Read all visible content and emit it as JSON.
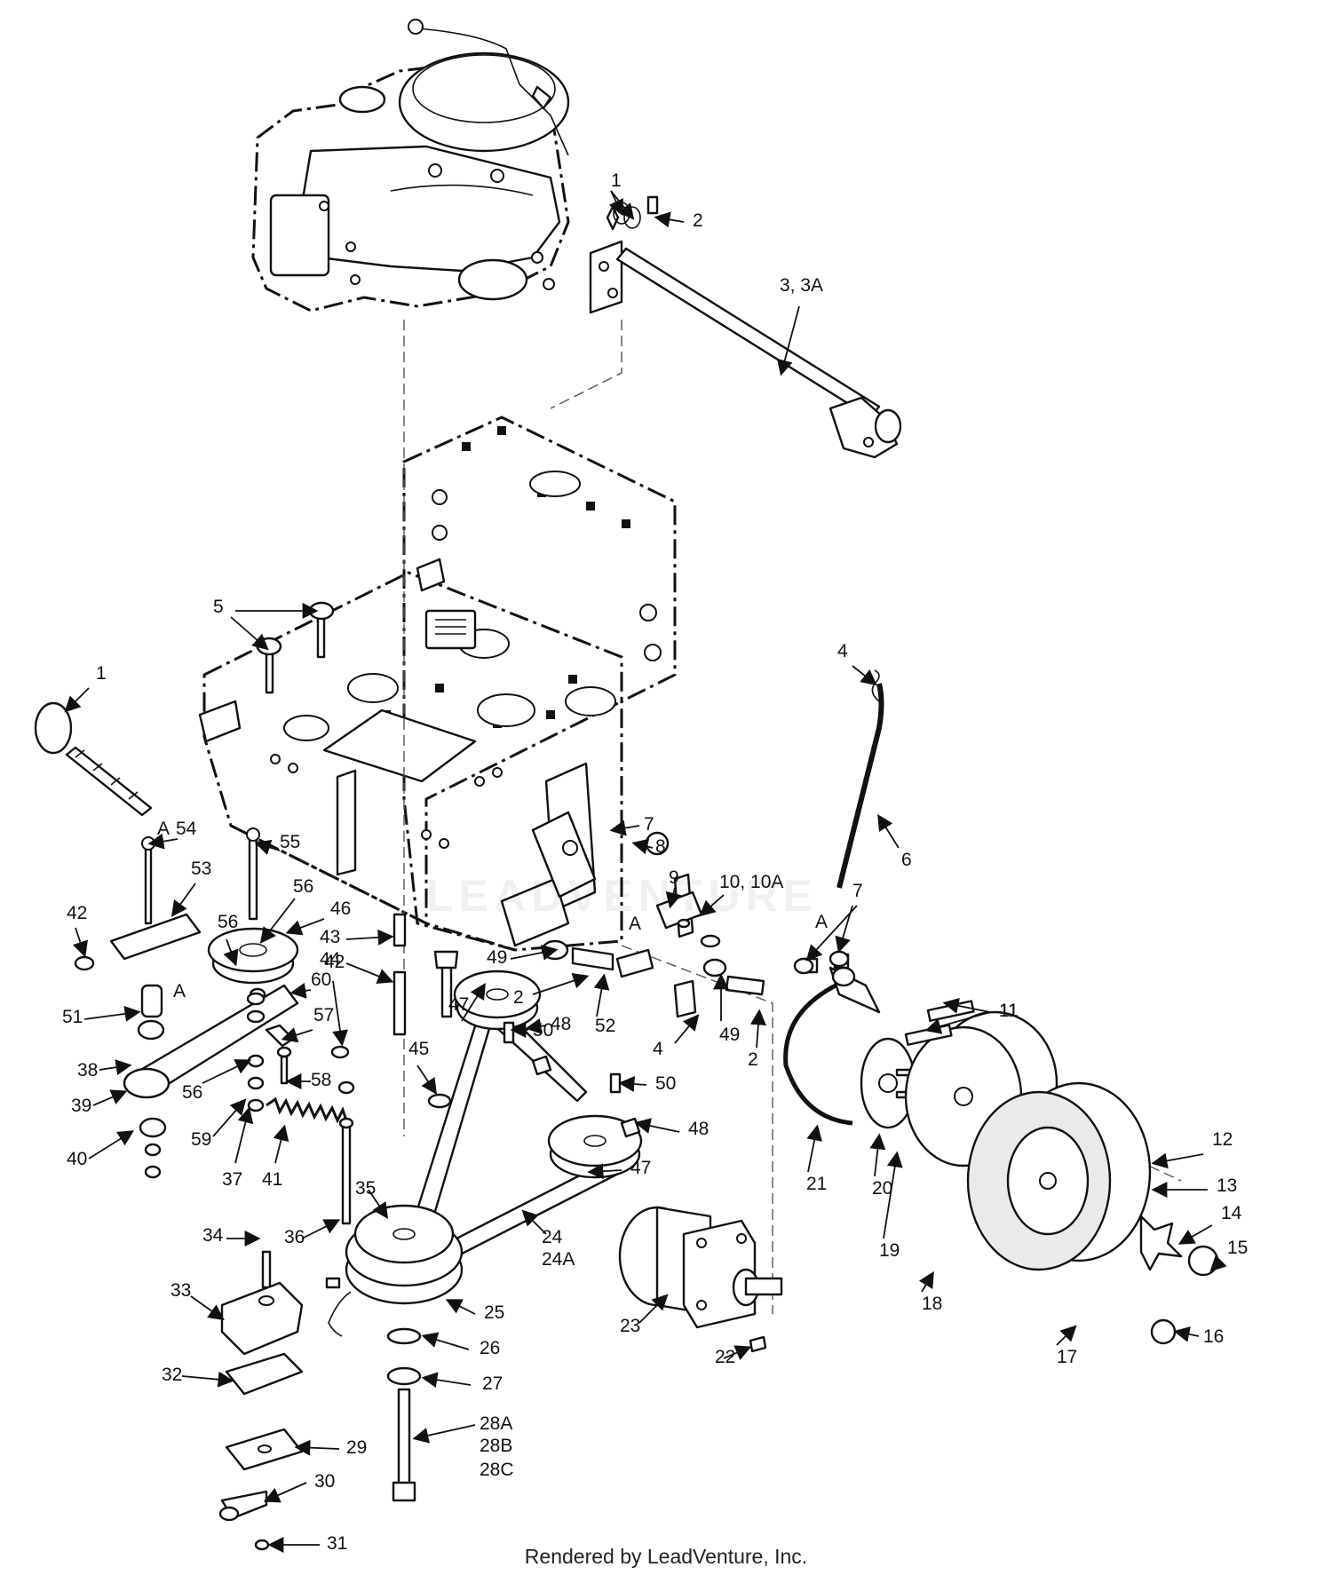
{
  "footer": "Rendered by LeadVenture, Inc.",
  "watermark": "LEADVENTURE",
  "callouts": [
    {
      "id": "c1a",
      "text": "1"
    },
    {
      "id": "c1b",
      "text": "1"
    },
    {
      "id": "c2a",
      "text": "2"
    },
    {
      "id": "c2b",
      "text": "2"
    },
    {
      "id": "c2c",
      "text": "2"
    },
    {
      "id": "c3",
      "text": "3, 3A"
    },
    {
      "id": "c4a",
      "text": "4"
    },
    {
      "id": "c4b",
      "text": "4"
    },
    {
      "id": "c5",
      "text": "5"
    },
    {
      "id": "c6",
      "text": "6"
    },
    {
      "id": "c7a",
      "text": "7"
    },
    {
      "id": "c7b",
      "text": "7"
    },
    {
      "id": "c8",
      "text": "8"
    },
    {
      "id": "c9",
      "text": "9"
    },
    {
      "id": "c10",
      "text": "10, 10A"
    },
    {
      "id": "c11a",
      "text": "11"
    },
    {
      "id": "c11b",
      "text": "11"
    },
    {
      "id": "c12",
      "text": "12"
    },
    {
      "id": "c13",
      "text": "13"
    },
    {
      "id": "c14",
      "text": "14"
    },
    {
      "id": "c15",
      "text": "15"
    },
    {
      "id": "c16",
      "text": "16"
    },
    {
      "id": "c17",
      "text": "17"
    },
    {
      "id": "c18",
      "text": "18"
    },
    {
      "id": "c19",
      "text": "19"
    },
    {
      "id": "c20",
      "text": "20"
    },
    {
      "id": "c21",
      "text": "21"
    },
    {
      "id": "c22",
      "text": "22"
    },
    {
      "id": "c23",
      "text": "23"
    },
    {
      "id": "c24",
      "text": "24"
    },
    {
      "id": "c24a",
      "text": "24A"
    },
    {
      "id": "c25",
      "text": "25"
    },
    {
      "id": "c26",
      "text": "26"
    },
    {
      "id": "c27",
      "text": "27"
    },
    {
      "id": "c28a",
      "text": "28A"
    },
    {
      "id": "c28b",
      "text": "28B"
    },
    {
      "id": "c28c",
      "text": "28C"
    },
    {
      "id": "c29",
      "text": "29"
    },
    {
      "id": "c30",
      "text": "30"
    },
    {
      "id": "c31",
      "text": "31"
    },
    {
      "id": "c32",
      "text": "32"
    },
    {
      "id": "c33",
      "text": "33"
    },
    {
      "id": "c34",
      "text": "34"
    },
    {
      "id": "c35",
      "text": "35"
    },
    {
      "id": "c36",
      "text": "36"
    },
    {
      "id": "c37",
      "text": "37"
    },
    {
      "id": "c38",
      "text": "38"
    },
    {
      "id": "c39",
      "text": "39"
    },
    {
      "id": "c40",
      "text": "40"
    },
    {
      "id": "c41",
      "text": "41"
    },
    {
      "id": "c42a",
      "text": "42"
    },
    {
      "id": "c42b",
      "text": "42"
    },
    {
      "id": "c43",
      "text": "43"
    },
    {
      "id": "c44",
      "text": "44"
    },
    {
      "id": "c45",
      "text": "45"
    },
    {
      "id": "c46",
      "text": "46"
    },
    {
      "id": "c47a",
      "text": "47"
    },
    {
      "id": "c47b",
      "text": "47"
    },
    {
      "id": "c48a",
      "text": "48"
    },
    {
      "id": "c48b",
      "text": "48"
    },
    {
      "id": "c49a",
      "text": "49"
    },
    {
      "id": "c49b",
      "text": "49"
    },
    {
      "id": "c50a",
      "text": "50"
    },
    {
      "id": "c50b",
      "text": "50"
    },
    {
      "id": "c51",
      "text": "51"
    },
    {
      "id": "c52",
      "text": "52"
    },
    {
      "id": "c53",
      "text": "53"
    },
    {
      "id": "c54",
      "text": "54"
    },
    {
      "id": "c55",
      "text": "55"
    },
    {
      "id": "c56a",
      "text": "56"
    },
    {
      "id": "c56b",
      "text": "56"
    },
    {
      "id": "c56c",
      "text": "56"
    },
    {
      "id": "c57",
      "text": "57"
    },
    {
      "id": "c58",
      "text": "58"
    },
    {
      "id": "c59",
      "text": "59"
    },
    {
      "id": "c60",
      "text": "60"
    },
    {
      "id": "ca1",
      "text": "A"
    },
    {
      "id": "ca2",
      "text": "A"
    },
    {
      "id": "ca3",
      "text": "A"
    },
    {
      "id": "ca4",
      "text": "A"
    }
  ]
}
